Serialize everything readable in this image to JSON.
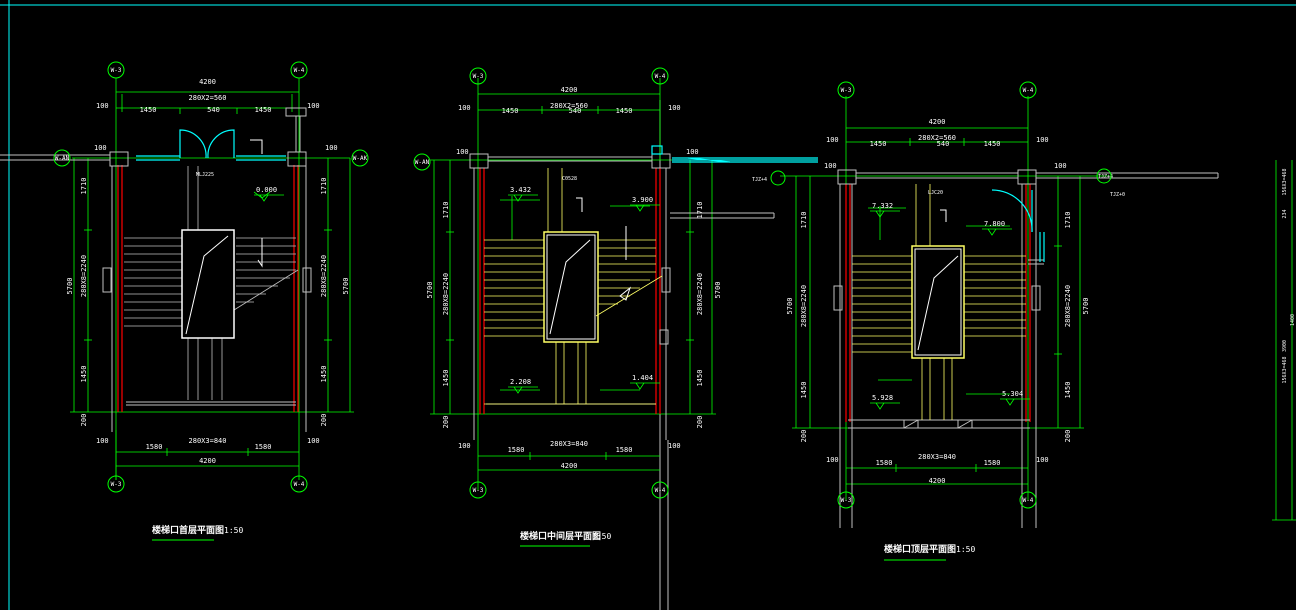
{
  "colors": {
    "background": "#000000",
    "dimension": "#00ff00",
    "wall": "#ff0000",
    "stair": "#ffff66",
    "grey": "#c0c0c0",
    "cyan": "#00ffff",
    "text": "#ffffff"
  },
  "plans": [
    {
      "title": "楼梯口首层平面图",
      "scale": "1:50",
      "axes": {
        "top_left": "W-3",
        "top_right": "W-4",
        "side_left": "W-AN",
        "side_right": "W-AK",
        "bottom_left": "W-3",
        "bottom_right": "W-4"
      },
      "top_total": "4200",
      "top_sub": "280X2=560",
      "top_parts": [
        "1450",
        "540",
        "1450"
      ],
      "edge_left": "100",
      "edge_right": "100",
      "side_dims": [
        "1710",
        "280X8=2240",
        "1450",
        "200"
      ],
      "side_total": "5700",
      "bottom_parts": [
        "1580",
        "280X3=840",
        "1580"
      ],
      "bottom_total": "4200",
      "levels": [
        "0.000"
      ],
      "door_tag": "MLJ225"
    },
    {
      "title": "楼梯口中间层平面图",
      "scale": "1:50",
      "axes": {
        "top_left": "W-3",
        "top_right": "W-4",
        "side_left": "W-AN",
        "bottom_left": "W-3",
        "bottom_right": "W-4"
      },
      "top_total": "4200",
      "top_sub": "280X2=560",
      "top_parts": [
        "1450",
        "540",
        "1450"
      ],
      "edge_left": "100",
      "edge_right": "100",
      "side_dims": [
        "1710",
        "280X8=2240",
        "1450",
        "200"
      ],
      "side_total": "5700",
      "bottom_parts": [
        "1580",
        "280X3=840",
        "1580"
      ],
      "bottom_total": "4200",
      "levels": [
        "3.432",
        "3.900",
        "2.208",
        "1.404"
      ],
      "window_tag": "C0528"
    },
    {
      "title": "楼梯口顶层平面图",
      "scale": "1:50",
      "axes": {
        "top_left": "W-3",
        "top_right": "W-4",
        "bottom_left": "W-3",
        "bottom_right": "W-4"
      },
      "top_total": "4200",
      "top_sub": "280X2=560",
      "top_parts": [
        "1450",
        "540",
        "1450"
      ],
      "edge_left": "100",
      "edge_right": "100",
      "side_dims": [
        "1710",
        "280X8=2240",
        "1450",
        "200"
      ],
      "side_total": "5700",
      "left_total": "5700",
      "bottom_parts": [
        "1580",
        "280X3=840",
        "1580"
      ],
      "bottom_total": "4200",
      "levels": [
        "7.332",
        "7.800",
        "5.928",
        "5.304"
      ],
      "window_tag": "LJC20",
      "tags": [
        "TJZ+4",
        "TJZ+4",
        "TJZ+0"
      ]
    }
  ],
  "right_edge": {
    "dims": [
      "156X3=468",
      "234",
      "1400",
      "3900",
      "156X3=468"
    ]
  }
}
